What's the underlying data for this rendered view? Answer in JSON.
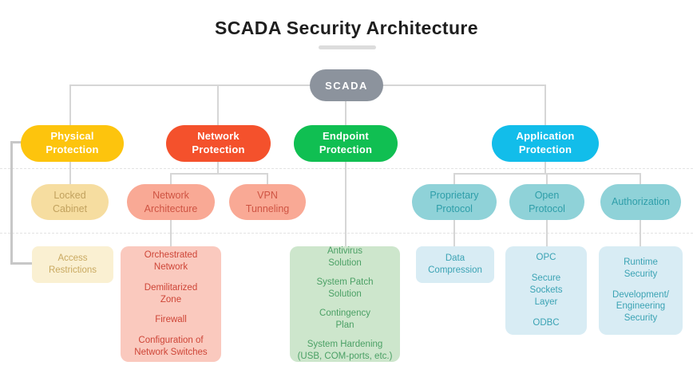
{
  "title": "SCADA Security Architecture",
  "root": {
    "label": "SCADA",
    "bg": "#8C939D",
    "fg": "#FFFFFF"
  },
  "level1": {
    "physical": {
      "label": "Physical\nProtection",
      "bg": "#FDC40D"
    },
    "network": {
      "label": "Network\nProtection",
      "bg": "#F4512C"
    },
    "endpoint": {
      "label": "Endpoint\nProtection",
      "bg": "#10BF52"
    },
    "application": {
      "label": "Application\nProtection",
      "bg": "#12BDEA"
    }
  },
  "level2": {
    "locked_cabinet": {
      "label": "Locked\nCabinet",
      "bg": "#F6DDA0",
      "fg": "#C2A25E"
    },
    "network_architecture": {
      "label": "Network\nArchitecture",
      "bg": "#F9A995",
      "fg": "#CF5443"
    },
    "vpn_tunneling": {
      "label": "VPN\nTunneling",
      "bg": "#F9A995",
      "fg": "#CF5443"
    },
    "proprietary_protocol": {
      "label": "Proprietary\nProtocol",
      "bg": "#8FD2D8",
      "fg": "#2E9EA9"
    },
    "open_protocol": {
      "label": "Open\nProtocol",
      "bg": "#8FD2D8",
      "fg": "#2E9EA9"
    },
    "authorization": {
      "label": "Authorization",
      "bg": "#8FD2D8",
      "fg": "#2E9EA9"
    }
  },
  "level3": {
    "access_restrictions": {
      "bg": "#FAF0D2",
      "fg": "#C9A960",
      "items": [
        "Access\nRestrictions"
      ]
    },
    "network_measures": {
      "bg": "#FAC9BE",
      "fg": "#CE4537",
      "items": [
        "Orchestrated\nNetwork",
        "Demilitarized\nZone",
        "Firewall",
        "Configuration of\nNetwork Switches"
      ]
    },
    "endpoint_measures": {
      "bg": "#CDE6CC",
      "fg": "#4BA065",
      "items": [
        "Antivirus\nSolution",
        "System Patch\nSolution",
        "Contingency\nPlan",
        "System Hardening\n(USB, COM-ports, etc.)"
      ]
    },
    "data_compression": {
      "bg": "#D8ECF4",
      "fg": "#3BA3B4",
      "items": [
        "Data\nCompression"
      ]
    },
    "open_protocol_measures": {
      "bg": "#D8ECF4",
      "fg": "#3BA3B4",
      "items": [
        "OPC",
        "Secure\nSockets\nLayer",
        "ODBC"
      ]
    },
    "authorization_measures": {
      "bg": "#D8ECF4",
      "fg": "#3BA3B4",
      "items": [
        "Runtime\nSecurity",
        "Development/\nEngineering\nSecurity"
      ]
    }
  }
}
